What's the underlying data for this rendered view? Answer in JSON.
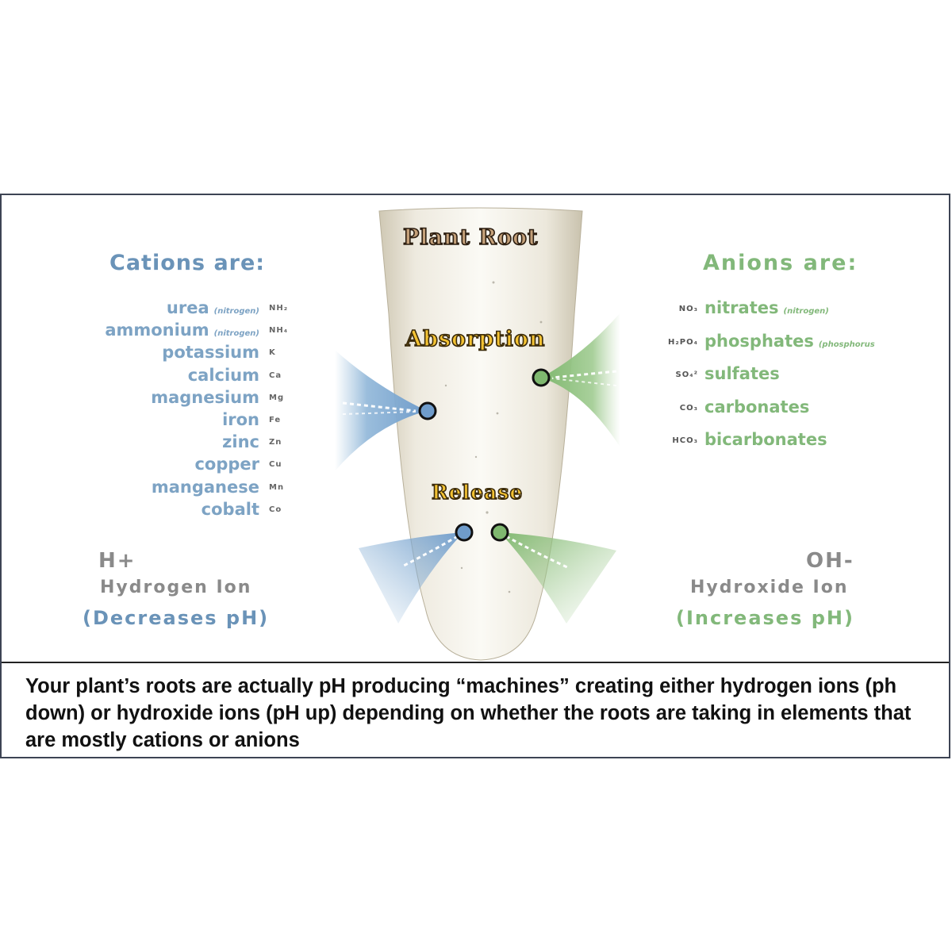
{
  "root": {
    "title": "Plant Root",
    "absorption": "Absorption",
    "release": "Release"
  },
  "cations": {
    "heading": "Cations are:",
    "items": [
      {
        "name": "urea",
        "note": "(nitrogen)",
        "symbol": "NH₂"
      },
      {
        "name": "ammonium",
        "note": "(nitrogen)",
        "symbol": "NH₄"
      },
      {
        "name": "potassium",
        "note": "",
        "symbol": "K"
      },
      {
        "name": "calcium",
        "note": "",
        "symbol": "Ca"
      },
      {
        "name": "magnesium",
        "note": "",
        "symbol": "Mg"
      },
      {
        "name": "iron",
        "note": "",
        "symbol": "Fe"
      },
      {
        "name": "zinc",
        "note": "",
        "symbol": "Zn"
      },
      {
        "name": "copper",
        "note": "",
        "symbol": "Cu"
      },
      {
        "name": "manganese",
        "note": "",
        "symbol": "Mn"
      },
      {
        "name": "cobalt",
        "note": "",
        "symbol": "Co"
      }
    ],
    "ion_symbol": "H+",
    "ion_name": "Hydrogen Ion",
    "ion_effect": "(Decreases pH)"
  },
  "anions": {
    "heading": "Anions are:",
    "items": [
      {
        "symbol": "NO₃",
        "name": "nitrates",
        "note": "(nitrogen)"
      },
      {
        "symbol": "H₂PO₄",
        "name": "phosphates",
        "note": "(phosphorus"
      },
      {
        "symbol": "SO₄²",
        "name": "sulfates",
        "note": ""
      },
      {
        "symbol": "CO₃",
        "name": "carbonates",
        "note": ""
      },
      {
        "symbol": "HCO₃",
        "name": "bicarbonates",
        "note": ""
      }
    ],
    "ion_symbol": "OH-",
    "ion_name": "Hydroxide Ion",
    "ion_effect": "(Increases pH)"
  },
  "caption": "Your plant’s roots are actually pH producing “machines” creating either hydrogen ions (ph down) or hydroxide ions (pH up) depending on whether the roots are taking in elements that are mostly cations or anions",
  "colors": {
    "cation_blue": "#7da3c4",
    "anion_green": "#82b87a",
    "label_gold": "#f3c233",
    "frame_border": "#3d4454"
  }
}
